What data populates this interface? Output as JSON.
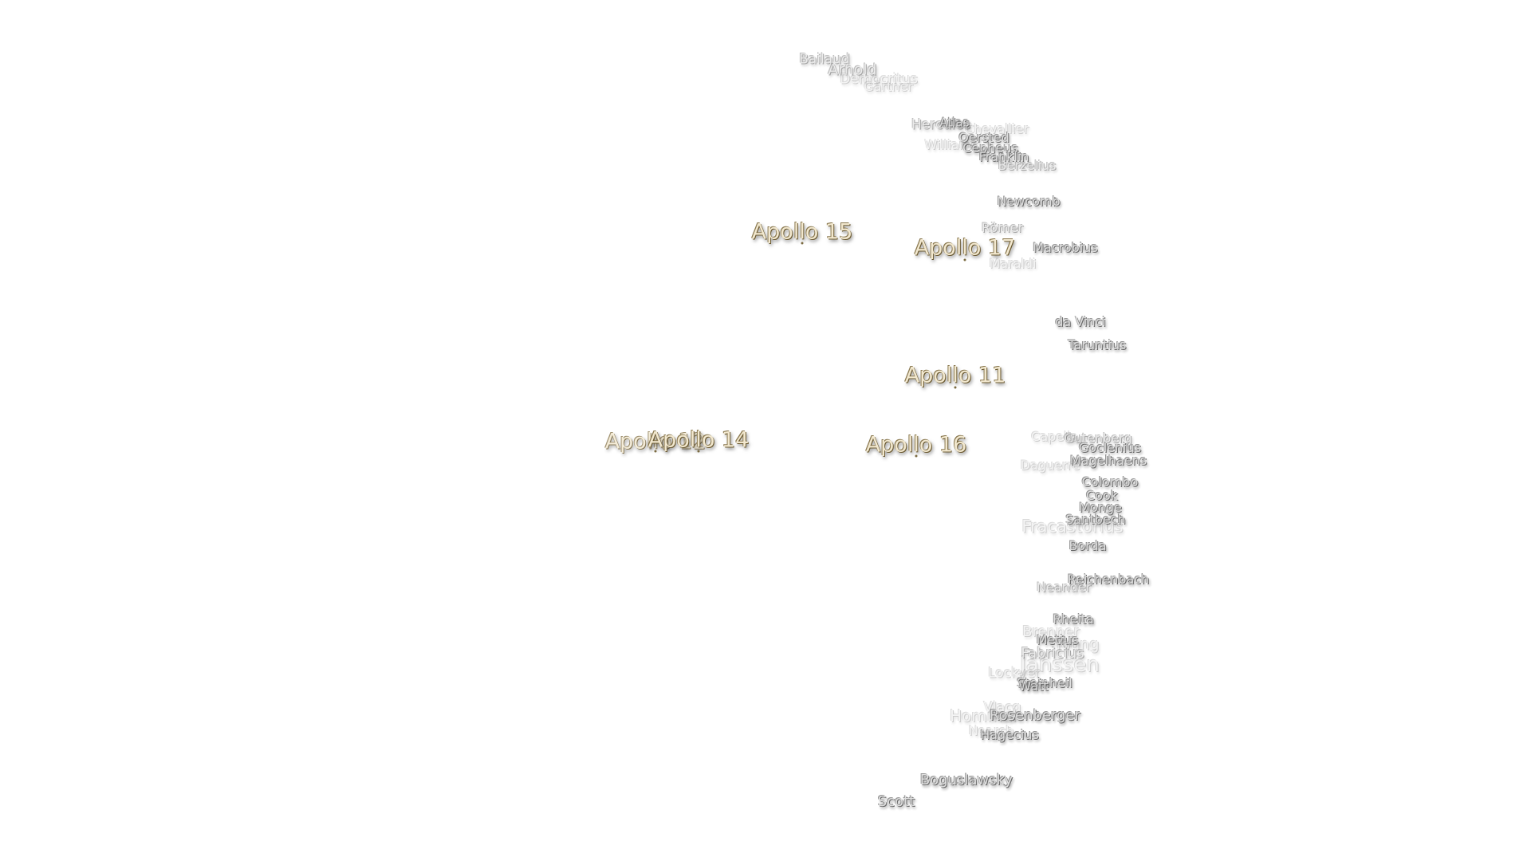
{
  "map": {
    "craters": [
      {
        "name": "Bailaud",
        "fade": 2
      },
      {
        "name": "Arnold",
        "fade": 2
      },
      {
        "name": "Democritus",
        "fade": 3
      },
      {
        "name": "Gärtner",
        "fade": 3
      },
      {
        "name": "Hercules",
        "fade": 2
      },
      {
        "name": "Atlas",
        "fade": 1
      },
      {
        "name": "Chevallier",
        "fade": 3
      },
      {
        "name": "Oersted",
        "fade": 1
      },
      {
        "name": "Williams",
        "fade": 3
      },
      {
        "name": "Cepheus",
        "fade": 1
      },
      {
        "name": "Franklin",
        "fade": 1
      },
      {
        "name": "Berzelius",
        "fade": 2
      },
      {
        "name": "Newcomb",
        "fade": 1
      },
      {
        "name": "Römer",
        "fade": 2
      },
      {
        "name": "Macrobius",
        "fade": 1
      },
      {
        "name": "Maraldi",
        "fade": 3
      },
      {
        "name": "da Vinci",
        "fade": 1
      },
      {
        "name": "Taruntius",
        "fade": 1
      },
      {
        "name": "Capella",
        "fade": 3
      },
      {
        "name": "Gutenberg",
        "fade": 2
      },
      {
        "name": "Goclenius",
        "fade": 1
      },
      {
        "name": "Magelhaens",
        "fade": 1
      },
      {
        "name": "Daguerre",
        "fade": 3
      },
      {
        "name": "Colombo",
        "fade": 1
      },
      {
        "name": "Cook",
        "fade": 1
      },
      {
        "name": "Monge",
        "fade": 1
      },
      {
        "name": "Santbech",
        "fade": 1
      },
      {
        "name": "Fracastorius",
        "fade": 3
      },
      {
        "name": "Borda",
        "fade": 1
      },
      {
        "name": "Reichenbach",
        "fade": 1
      },
      {
        "name": "Neander",
        "fade": 2
      },
      {
        "name": "Rheita",
        "fade": 1
      },
      {
        "name": "Brenner",
        "fade": 3
      },
      {
        "name": "Metius",
        "fade": 1
      },
      {
        "name": "Young",
        "fade": 3
      },
      {
        "name": "Fabricius",
        "fade": 2
      },
      {
        "name": "Janssen",
        "fade": 3
      },
      {
        "name": "Lockyer",
        "fade": 3
      },
      {
        "name": "Steinheil",
        "fade": 1
      },
      {
        "name": "Watt",
        "fade": 1
      },
      {
        "name": "Vlacq",
        "fade": 3
      },
      {
        "name": "Hommel",
        "fade": 3
      },
      {
        "name": "Rosenberger",
        "fade": 1
      },
      {
        "name": "Nearch",
        "fade": 3
      },
      {
        "name": "Hagecius",
        "fade": 1
      },
      {
        "name": "Boguslawsky",
        "fade": 1
      },
      {
        "name": "Scott",
        "fade": 1
      }
    ],
    "apollo_sites": [
      {
        "name": "Apollo 15",
        "fade": 1
      },
      {
        "name": "Apollo 17",
        "fade": 1
      },
      {
        "name": "Apollo 11",
        "fade": 1
      },
      {
        "name": "Apollo 12",
        "fade": 2
      },
      {
        "name": "Apollo 14",
        "fade": 1
      },
      {
        "name": "Apollo 16",
        "fade": 1
      }
    ]
  }
}
